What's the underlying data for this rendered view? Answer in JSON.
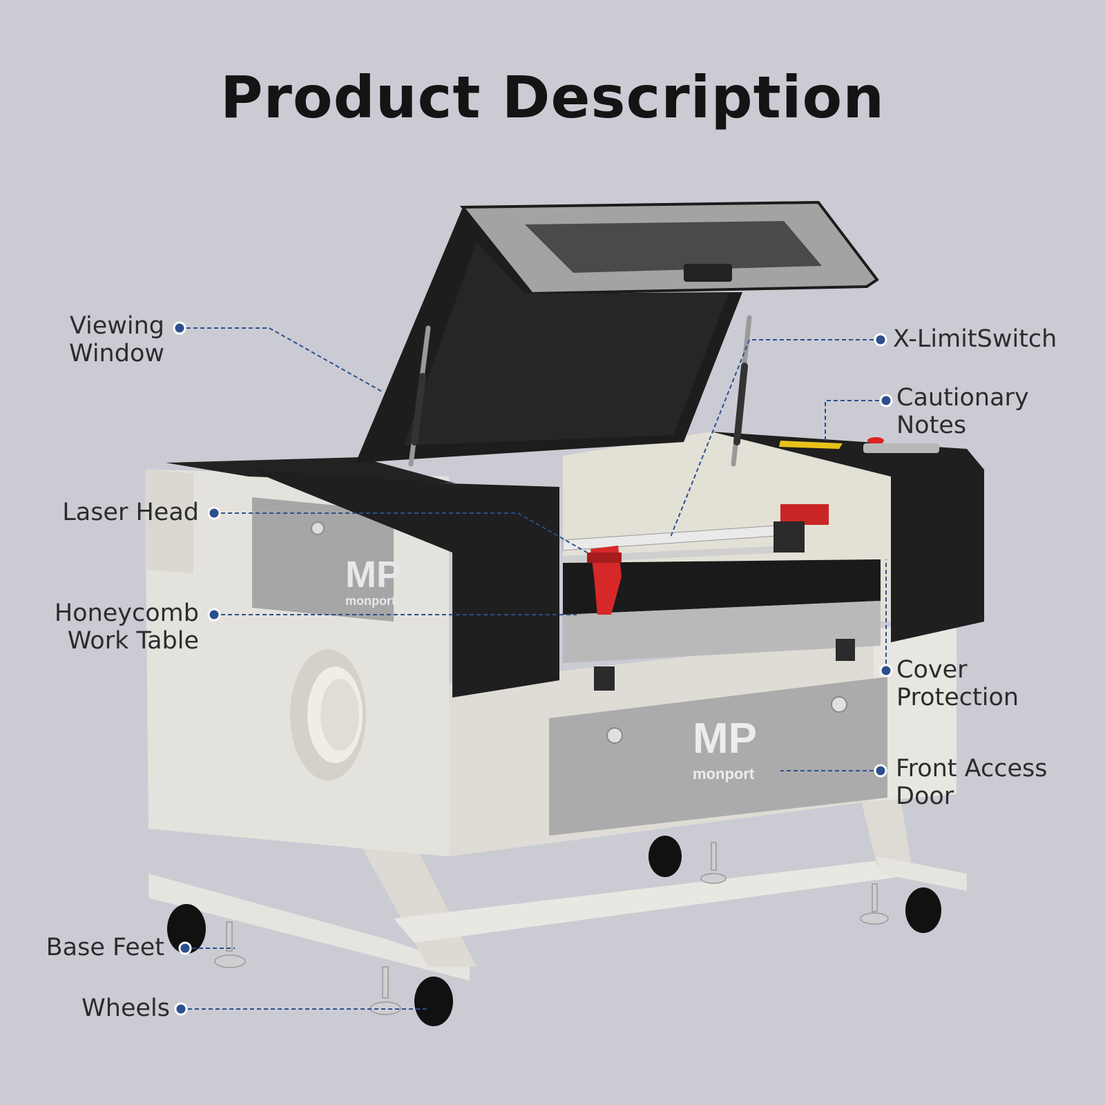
{
  "title": "Product Description",
  "colors": {
    "background": "#cbcbd4",
    "accent_dot": "#2b4f8c",
    "leader_line": "#2b4f8c",
    "title_text": "#141414",
    "label_text": "#2c2c2c",
    "machine_black": "#1e1e1e",
    "machine_white": "#e4e2dc",
    "panel_gray": "#a9a9a9",
    "laser_head_red": "#d62828"
  },
  "brand": {
    "logo_mark": "MP",
    "logo_word": "monport"
  },
  "labels": {
    "viewing_window": "Viewing\nWindow",
    "laser_head": "Laser Head",
    "honeycomb_work_table": "Honeycomb\nWork Table",
    "base_feet": "Base Feet",
    "wheels": "Wheels",
    "x_limit_switch": "X-LimitSwitch",
    "cautionary_notes": "Cautionary\nNotes",
    "cover_protection": "Cover\nProtection",
    "front_access_door": "Front Access\nDoor"
  }
}
